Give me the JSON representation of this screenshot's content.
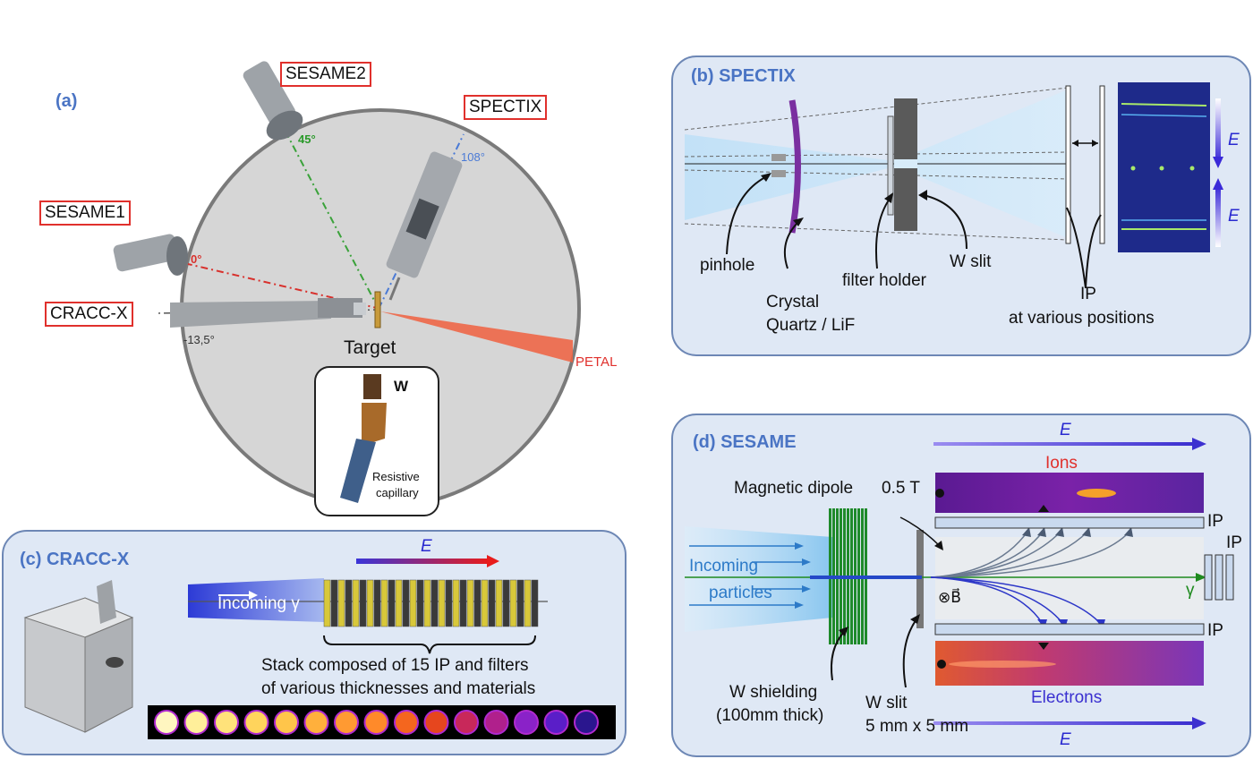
{
  "panel_a": {
    "title": "(a)",
    "instruments": {
      "sesame2": "SESAME2",
      "spectix": "SPECTIX",
      "sesame1": "SESAME1",
      "craccx": "CRACC-X"
    },
    "angles": {
      "a45": "45°",
      "a108": "108°",
      "a0": "0°",
      "a_neg": "-13,5°"
    },
    "target": "Target",
    "petal": "PETAL",
    "inset": {
      "w": "W",
      "resistive": "Resistive",
      "capillary": "capillary"
    }
  },
  "panel_b": {
    "title": "(b) SPECTIX",
    "pinhole": "pinhole",
    "crystal": "Crystal",
    "crystal_types": "Quartz / LiF",
    "filter_holder": "filter holder",
    "w_slit": "W slit",
    "ip": "IP",
    "ip_positions": "at various positions",
    "e1": "E",
    "e2": "E"
  },
  "panel_c": {
    "title": "(c) CRACC-X",
    "e": "E",
    "incoming": "Incoming γ",
    "stack_line1": "Stack composed of 15 IP and filters",
    "stack_line2": "of various thicknesses and materials",
    "spot_colors": [
      "#fff6c0",
      "#ffef9a",
      "#ffe27a",
      "#ffd45c",
      "#ffc54a",
      "#ffb03c",
      "#ff9a32",
      "#ff8a2a",
      "#f4661e",
      "#e6461e",
      "#c8285a",
      "#b0208c",
      "#8a22c8",
      "#5a1ec8",
      "#2a168e"
    ]
  },
  "panel_d": {
    "title": "(d) SESAME",
    "e_top": "E",
    "ions": "Ions",
    "magnetic": "Magnetic dipole",
    "field": "0.5 T",
    "ip_top": "IP",
    "ip_right": "IP",
    "ip_bottom": "IP",
    "incoming": "Incoming",
    "particles": "particles",
    "gamma": "γ",
    "bfield": "⊗B⃗",
    "w_shielding": "W shielding",
    "thickness": "(100mm thick)",
    "w_slit": "W slit",
    "slit_size": "5 mm x 5 mm",
    "electrons": "Electrons",
    "e_bottom": "E"
  }
}
